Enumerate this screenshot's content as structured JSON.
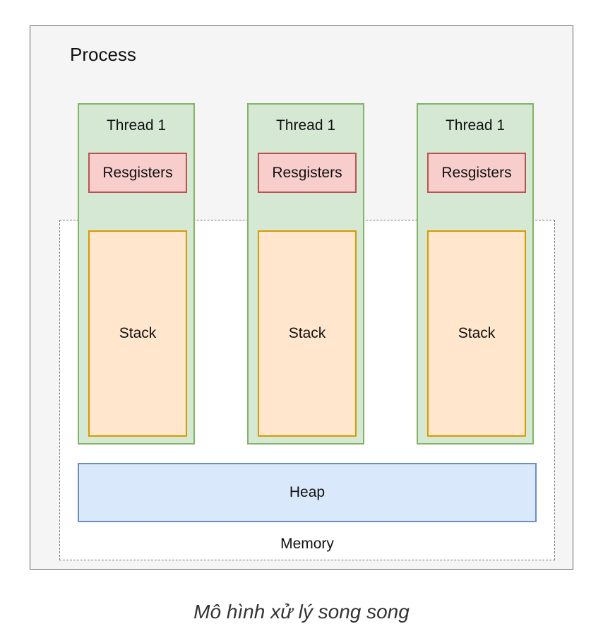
{
  "process": {
    "label": "Process"
  },
  "memory": {
    "label": "Memory"
  },
  "threads": [
    {
      "label": "Thread 1",
      "registers": "Resgisters",
      "stack": "Stack"
    },
    {
      "label": "Thread 1",
      "registers": "Resgisters",
      "stack": "Stack"
    },
    {
      "label": "Thread 1",
      "registers": "Resgisters",
      "stack": "Stack"
    }
  ],
  "heap": {
    "label": "Heap"
  },
  "caption": "Mô hình xử lý song song",
  "colors": {
    "process_fill": "#f5f5f5",
    "thread_fill": "#d5e8d4",
    "thread_border": "#82b366",
    "registers_fill": "#f8cecc",
    "registers_border": "#b85450",
    "stack_fill": "#ffe6cc",
    "stack_border": "#d79b00",
    "heap_fill": "#dae8fc",
    "heap_border": "#6c8ebf"
  }
}
